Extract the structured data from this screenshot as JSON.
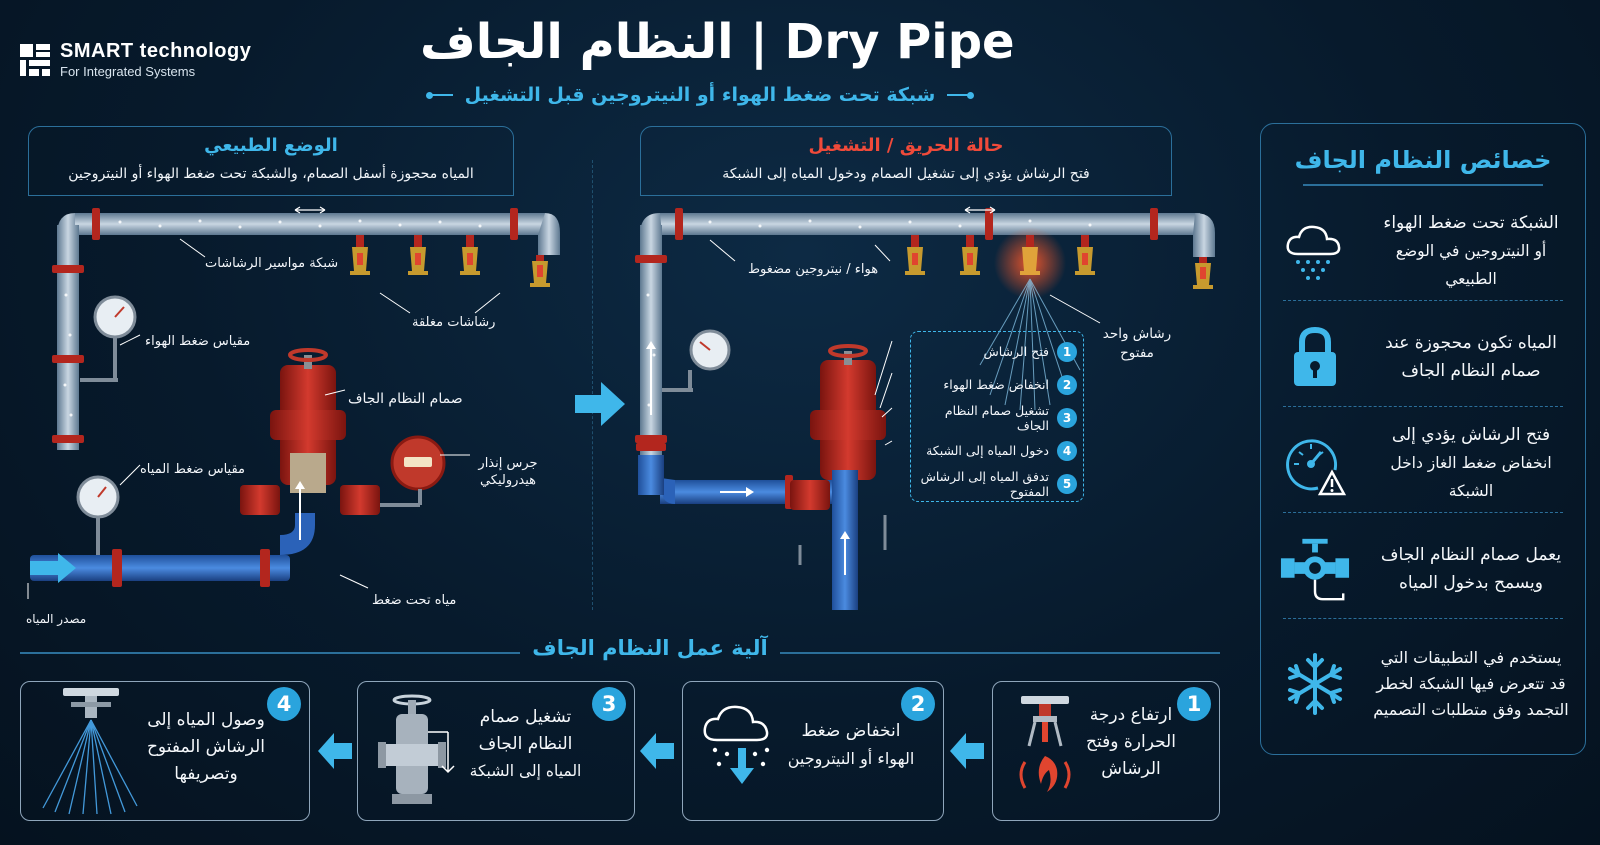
{
  "brand": {
    "name": "SMART technology",
    "tagline": "For Integrated Systems"
  },
  "header": {
    "title": "النظام الجاف | Dry Pipe",
    "subtitle": "شبكة تحت ضغط الهواء أو النيتروجين قبل التشغيل"
  },
  "normal_panel": {
    "title": "الوضع الطبيعي",
    "description": "المياه محجوزة أسفل الصمام، والشبكة تحت ضغط الهواء أو النيتروجين",
    "labels": {
      "sprinkler_pipes": "شبكة مواسير الرشاشات",
      "closed_sprinklers": "رشاشات مغلقة",
      "air_gauge": "مقياس ضغط الهواء",
      "dry_valve": "صمام النظام الجاف",
      "water_gauge": "مقياس ضغط المياه",
      "alarm_bell": "جرس إنذار هيدروليكي",
      "pressurized_water": "مياه تحت ضغط",
      "water_source": "مصدر المياه"
    }
  },
  "fire_panel": {
    "title": "حالة الحريق / التشغيل",
    "description": "فتح الرشاش يؤدي إلى تشغيل الصمام ودخول المياه إلى الشبكة",
    "labels": {
      "pressurized_gas": "هواء / نيتروجين مضغوط",
      "open_sprinkler": "رشاش واحد مفتوح"
    },
    "steps": [
      {
        "num": "1",
        "text": "فتح الرشاش"
      },
      {
        "num": "2",
        "text": "انخفاض ضغط الهواء"
      },
      {
        "num": "3",
        "text": "تشغيل صمام النظام الجاف"
      },
      {
        "num": "4",
        "text": "دخول المياه إلى الشبكة"
      },
      {
        "num": "5",
        "text": "تدفق المياه إلى الرشاش المفتوح"
      }
    ]
  },
  "features": {
    "title": "خصائص النظام الجاف",
    "items": [
      {
        "icon": "cloud-pressure-icon",
        "line1": "الشبكة تحت ضغط الهواء",
        "line2": "أو النيتروجين في الوضع الطبيعي"
      },
      {
        "icon": "lock-icon",
        "line1": "المياه تكون محجوزة عند",
        "line2": "صمام النظام الجاف"
      },
      {
        "icon": "gauge-warning-icon",
        "line1": "فتح الرشاش يؤدي إلى",
        "line2": "انخفاض ضغط الغاز داخل الشبكة"
      },
      {
        "icon": "valve-icon",
        "line1": "يعمل صمام النظام الجاف",
        "line2": "ويسمح بدخول المياه"
      },
      {
        "icon": "snowflake-icon",
        "line1": "يستخدم في التطبيقات التي",
        "line2": "قد تتعرض فيها الشبكة لخطر",
        "line3": "التجمد وفق متطلبات التصميم"
      }
    ]
  },
  "mechanism": {
    "title": "آلية عمل النظام الجاف",
    "cards": [
      {
        "num": "1",
        "icon": "heat-sprinkler-icon",
        "line1": "ارتفاع درجة",
        "line2": "الحرارة وفتح",
        "line3": "الرشاش"
      },
      {
        "num": "2",
        "icon": "pressure-drop-icon",
        "line1": "انخفاض ضغط",
        "line2": "الهواء أو النيتروجين",
        "line3": ""
      },
      {
        "num": "3",
        "icon": "dry-valve-icon",
        "line1": "تشغيل صمام",
        "line2": "النظام الجاف",
        "line3": "المياه إلى الشبكة"
      },
      {
        "num": "4",
        "icon": "water-spray-icon",
        "line1": "وصول المياه إلى",
        "line2": "الرشاش المفتوح",
        "line3": "وتصريفها"
      }
    ]
  },
  "colors": {
    "accent": "#3fb7ea",
    "fire": "#f04a3a",
    "pipe_red": "#b3261e",
    "background": "#071a2c"
  }
}
